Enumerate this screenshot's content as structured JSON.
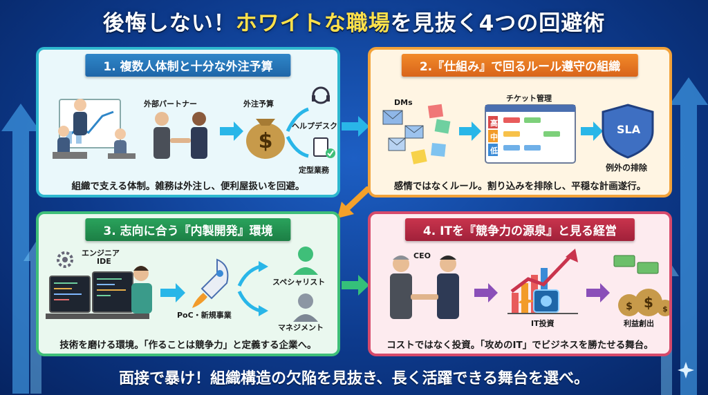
{
  "title": {
    "part1": "後悔しない！",
    "highlight": "ホワイトな職場",
    "part2": "を見抜く4つの回避術"
  },
  "panels": [
    {
      "heading": "1. 複数人体制と十分な外注予算",
      "labels": {
        "partner": "外部パートナー",
        "budget": "外注予算",
        "helpdesk": "ヘルプデスク",
        "routine": "定型業務"
      },
      "caption": "組織で支える体制。雑務は外注し、便利屋扱いを回避。"
    },
    {
      "heading": "2.『仕組み』で回るルール遵守の組織",
      "labels": {
        "dms": "DMs",
        "ticket": "チケット管理",
        "high": "高",
        "mid": "中",
        "low": "低",
        "sla": "SLA",
        "exception": "例外の排除"
      },
      "caption": "感情ではなくルール。割り込みを排除し、平穏な計画遂行。"
    },
    {
      "heading": "3. 志向に合う『内製開発』環境",
      "labels": {
        "engineer": "エンジニア",
        "ide": "IDE",
        "poc": "PoC・新規事業",
        "specialist": "スペシャリスト",
        "management": "マネジメント"
      },
      "caption": "技術を磨ける環境。「作ることは競争力」と定義する企業へ。"
    },
    {
      "heading": "4. ITを『競争力の源泉』と見る経営",
      "labels": {
        "ceo": "CEO",
        "it_invest": "IT投資",
        "profit": "利益創出"
      },
      "caption": "コストではなく投資。「攻めのIT」でビジネスを勝たせる舞台。"
    }
  ],
  "footer": "面接で暴け！組織構造の欠陥を見抜き、長く活躍できる舞台を選べ。",
  "colors": {
    "blue": "#2fb8cf",
    "orange": "#f2a23a",
    "green": "#3fbf79",
    "red": "#d64a6b",
    "highlight": "#ffe14a"
  }
}
